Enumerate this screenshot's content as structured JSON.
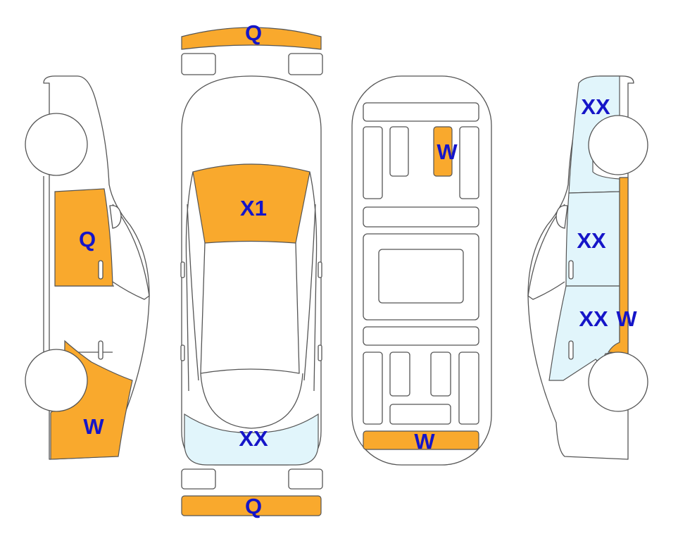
{
  "colors": {
    "orange": "#F9A92D",
    "light_blue": "#E1F5FB",
    "outline": "#555555",
    "label": "#1515C8"
  },
  "labels": {
    "front_bumper": "Q",
    "windshield": "X1",
    "rear_window": "XX",
    "rear_bumper": "Q",
    "interior_rear_seat": "W",
    "interior_trunk": "W",
    "left_front_door": "Q",
    "left_rear_quarter": "W",
    "right_front_fender": "XX",
    "right_front_door": "XX",
    "right_rear_door": "XX",
    "right_rocker": "W"
  }
}
